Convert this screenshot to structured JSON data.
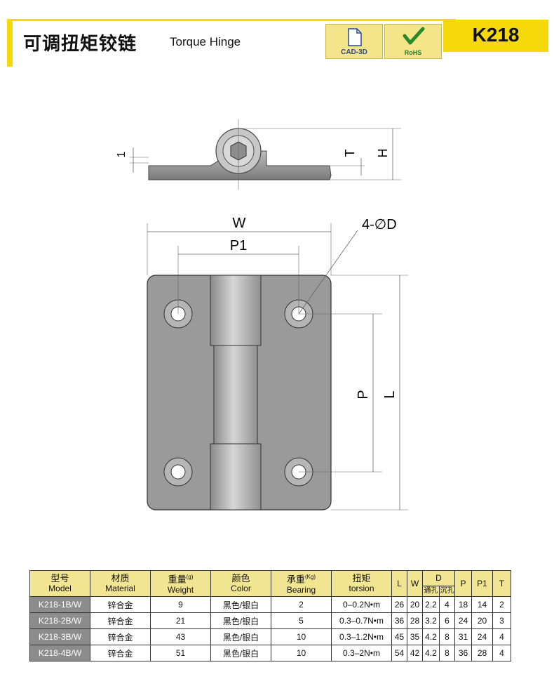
{
  "header": {
    "title_cn": "可调扭矩铰链",
    "title_en": "Torque Hinge",
    "badges": [
      {
        "label": "CAD-3D",
        "icon": "file-icon"
      },
      {
        "label": "RoHS",
        "icon": "check-icon"
      }
    ],
    "model_code": "K218",
    "accent_color": "#f5d90a"
  },
  "drawing": {
    "side_view_labels": {
      "one": "1",
      "t": "T",
      "h": "H"
    },
    "front_view_labels": {
      "w": "W",
      "p1": "P1",
      "hole": "4-∅D",
      "p": "P",
      "l": "L"
    }
  },
  "table": {
    "headers": [
      {
        "cn": "型号",
        "en": "Model"
      },
      {
        "cn": "材质",
        "en": "Material"
      },
      {
        "cn": "重量",
        "unit": "(g)",
        "en": "Weight"
      },
      {
        "cn": "颜色",
        "en": "Color"
      },
      {
        "cn": "承重",
        "unit": "(Kg)",
        "en": "Bearing"
      },
      {
        "cn": "扭矩",
        "en": "torsion"
      }
    ],
    "dim_headers": {
      "l": "L",
      "w": "W",
      "d": "D",
      "d_through": "通孔",
      "d_counter": "沉孔",
      "p": "P",
      "p1": "P1",
      "t": "T"
    },
    "rows": [
      {
        "model": "K218-1B/W",
        "material": "锌合金",
        "weight": "9",
        "color": "黑色/银白",
        "bearing": "2",
        "torsion": "0–0.2N•m",
        "l": "26",
        "w": "20",
        "d1": "2.2",
        "d2": "4",
        "p": "18",
        "p1": "14",
        "t": "2"
      },
      {
        "model": "K218-2B/W",
        "material": "锌合金",
        "weight": "21",
        "color": "黑色/银白",
        "bearing": "5",
        "torsion": "0.3–0.7N•m",
        "l": "36",
        "w": "28",
        "d1": "3.2",
        "d2": "6",
        "p": "24",
        "p1": "20",
        "t": "3"
      },
      {
        "model": "K218-3B/W",
        "material": "锌合金",
        "weight": "43",
        "color": "黑色/银白",
        "bearing": "10",
        "torsion": "0.3–1.2N•m",
        "l": "45",
        "w": "35",
        "d1": "4.2",
        "d2": "8",
        "p": "31",
        "p1": "24",
        "t": "4"
      },
      {
        "model": "K218-4B/W",
        "material": "锌合金",
        "weight": "51",
        "color": "黑色/银白",
        "bearing": "10",
        "torsion": "0.3–2N•m",
        "l": "54",
        "w": "42",
        "d1": "4.2",
        "d2": "8",
        "p": "36",
        "p1": "28",
        "t": "4"
      }
    ]
  }
}
